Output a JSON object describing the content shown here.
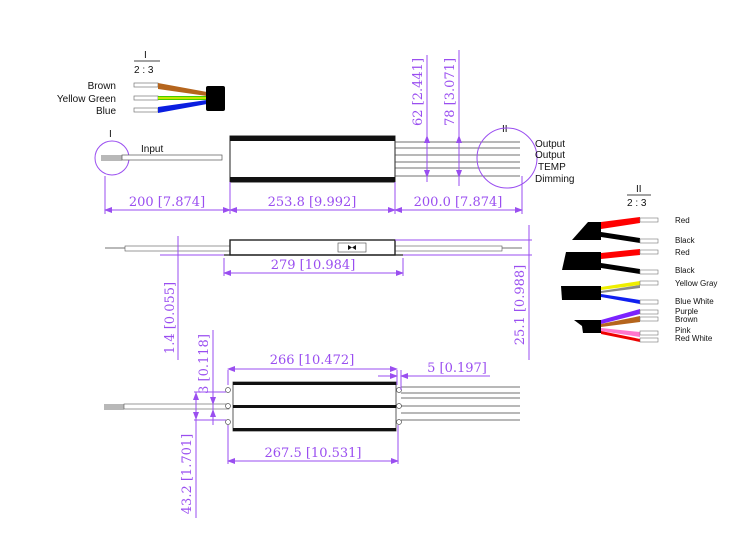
{
  "colors": {
    "dimension": "#9a4ef0",
    "housing": "#111111"
  },
  "detail_i": {
    "title": "I",
    "scale": "2 : 3",
    "wires": [
      "Brown",
      "Yellow Green",
      "Blue"
    ],
    "marker": "I",
    "input_label": "Input"
  },
  "detail_ii": {
    "title": "II",
    "scale": "2 : 3",
    "marker": "II",
    "wires": [
      "Red",
      "Black",
      "Red",
      "Black",
      "Yellow Gray",
      "Blue White",
      "Purple",
      "Brown",
      "Pink",
      "Red White"
    ]
  },
  "top_view": {
    "output_labels": [
      "Output",
      "Output",
      "TEMP",
      "Dimming"
    ],
    "dims": {
      "input_cable": "200 [7.874]",
      "body": "253.8 [9.992]",
      "output_cable": "200.0 [7.874]",
      "height_62": "62 [2.441]",
      "height_78": "78 [3.071]"
    }
  },
  "side_view": {
    "dims": {
      "length": "279 [10.984]",
      "flange": "1.4 [0.055]",
      "thickness": "25.1 [0.988]"
    }
  },
  "bottom_view": {
    "dims": {
      "inner": "266 [10.472]",
      "end": "5 [0.197]",
      "outer": "267.5 [10.531]",
      "offset": "3 [0.118]",
      "width": "43.2 [1.701]"
    }
  }
}
